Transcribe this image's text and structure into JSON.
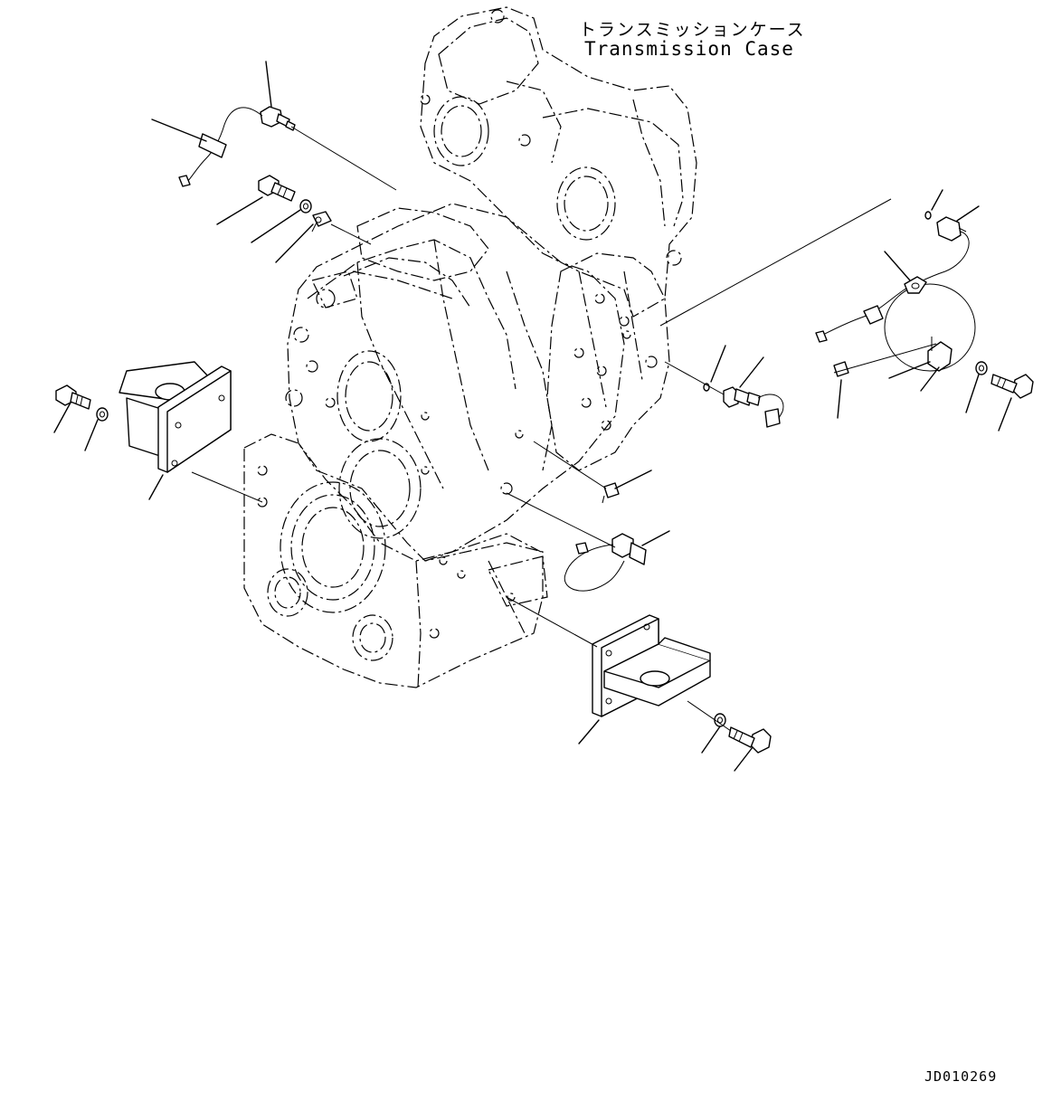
{
  "diagram": {
    "title_jp": "トランスミッションケース",
    "title_en": "Transmission Case",
    "drawing_code": "JD010269"
  },
  "icons": [
    "transmission-case-icon",
    "bracket-icon",
    "bolt-icon",
    "washer-icon",
    "sensor-icon",
    "harness-icon",
    "clamp-icon",
    "o-ring-icon",
    "plug-icon"
  ]
}
